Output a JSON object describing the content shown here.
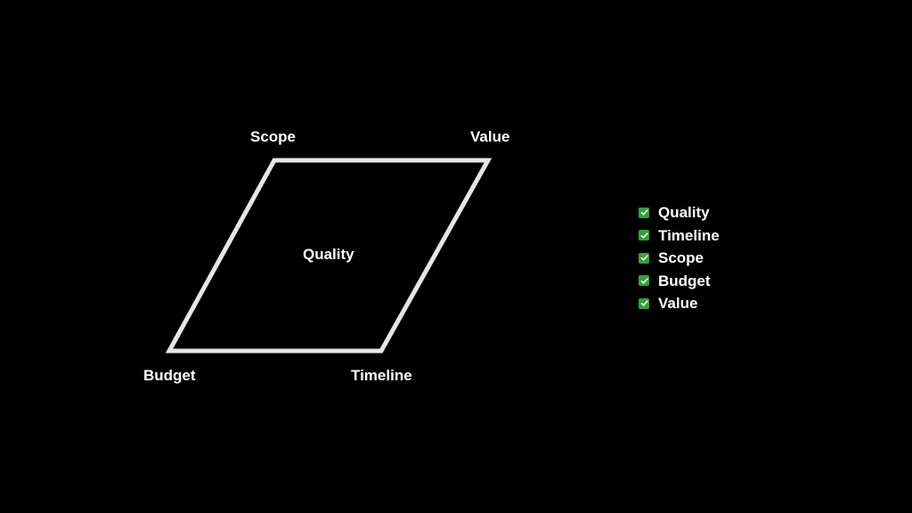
{
  "diagram": {
    "vertices": {
      "top_left": "Scope",
      "top_right": "Value",
      "bottom_left": "Budget",
      "bottom_right": "Timeline"
    },
    "center_label": "Quality",
    "stroke_color": "#e6e6e6"
  },
  "checklist": {
    "icon": "check-box-icon",
    "icon_color": "#2fa336",
    "items": [
      {
        "label": "Quality",
        "checked": true
      },
      {
        "label": "Timeline",
        "checked": true
      },
      {
        "label": "Scope",
        "checked": true
      },
      {
        "label": "Budget",
        "checked": true
      },
      {
        "label": "Value",
        "checked": true
      }
    ]
  },
  "background_color": "#000000"
}
